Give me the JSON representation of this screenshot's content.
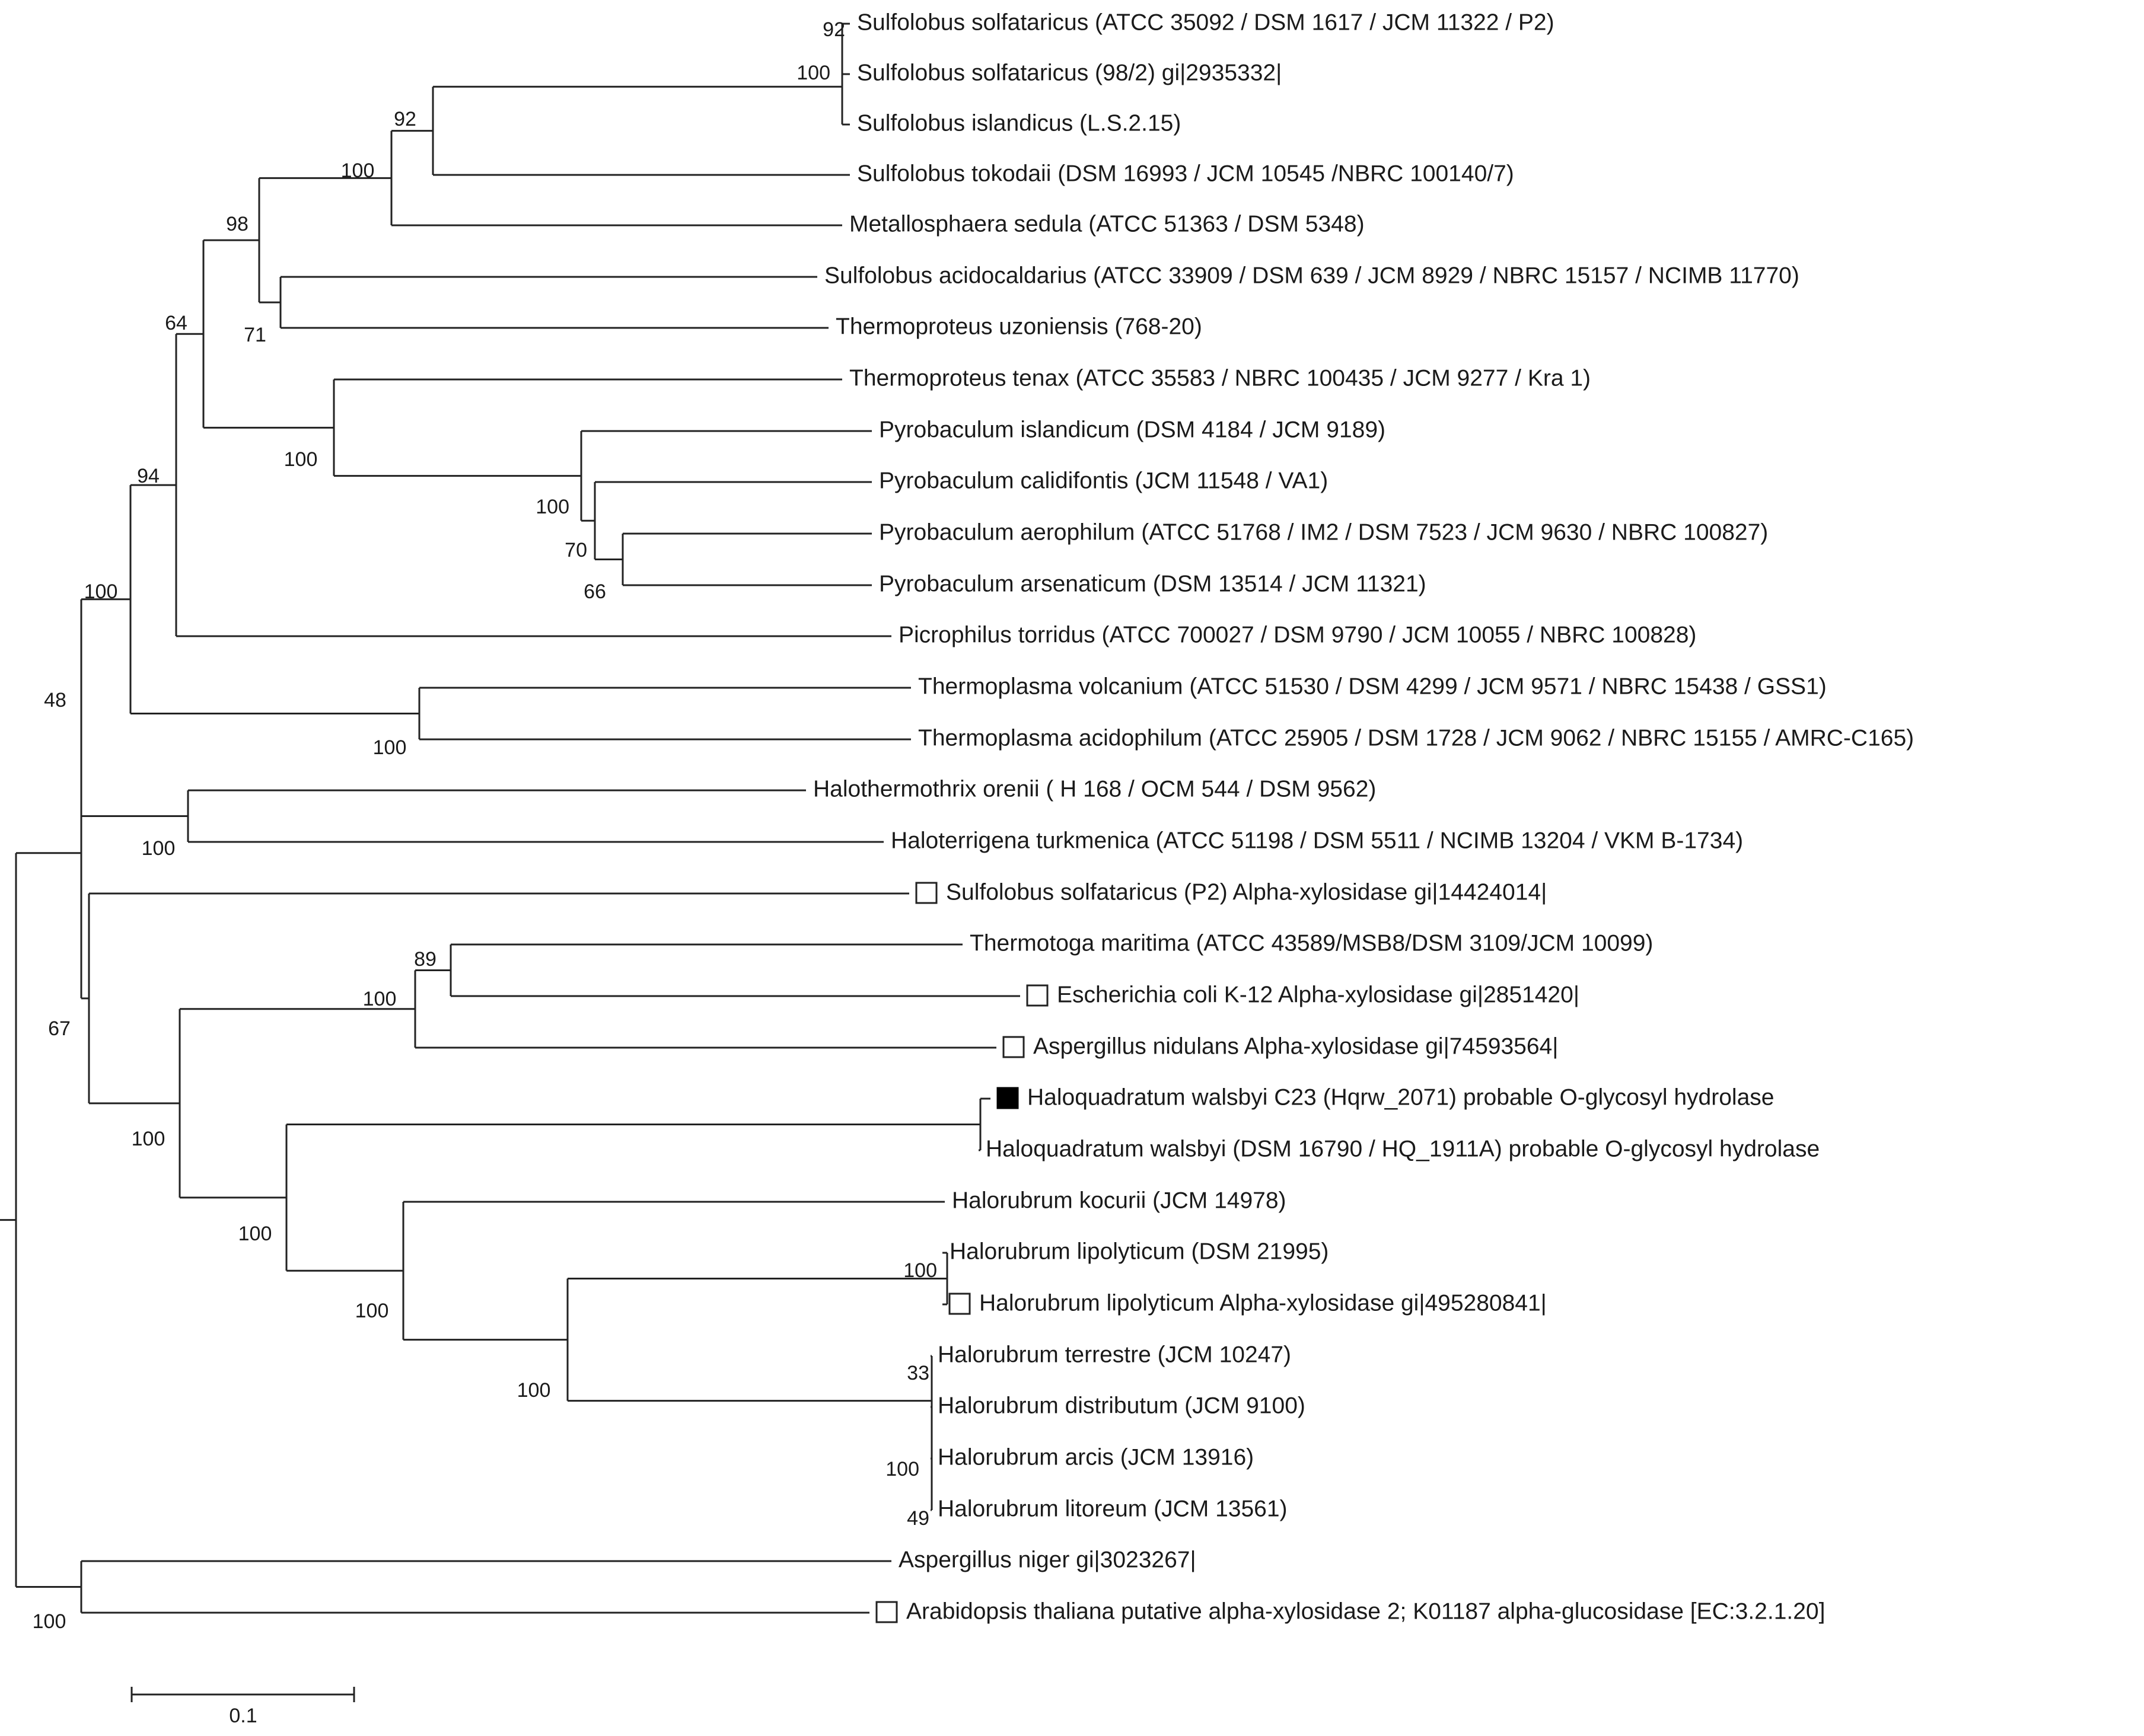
{
  "taxa": [
    {
      "label": "Sulfolobus solfataricus (ATCC 35092 / DSM 1617 / JCM 11322 / P2)",
      "marker": "none"
    },
    {
      "label": "Sulfolobus solfataricus (98/2) gi|2935332|",
      "marker": "none"
    },
    {
      "label": "Sulfolobus islandicus (L.S.2.15)",
      "marker": "none"
    },
    {
      "label": "Sulfolobus tokodaii (DSM 16993 / JCM 10545  /NBRC 100140/7)",
      "marker": "none"
    },
    {
      "label": "Metallosphaera sedula (ATCC 51363 / DSM 5348)",
      "marker": "none"
    },
    {
      "label": "Sulfolobus acidocaldarius (ATCC 33909 / DSM 639 / JCM 8929 / NBRC 15157 / NCIMB 11770)",
      "marker": "none"
    },
    {
      "label": "Thermoproteus uzoniensis (768-20)",
      "marker": "none"
    },
    {
      "label": "Thermoproteus tenax (ATCC 35583 / NBRC 100435 / JCM 9277 / Kra 1)",
      "marker": "none"
    },
    {
      "label": "Pyrobaculum islandicum (DSM 4184 / JCM 9189)",
      "marker": "none"
    },
    {
      "label": "Pyrobaculum calidifontis (JCM 11548 / VA1)",
      "marker": "none"
    },
    {
      "label": "Pyrobaculum aerophilum (ATCC 51768 / IM2 / DSM 7523 / JCM 9630 / NBRC 100827)",
      "marker": "none"
    },
    {
      "label": "Pyrobaculum arsenaticum (DSM 13514 / JCM 11321)",
      "marker": "none"
    },
    {
      "label": "Picrophilus torridus (ATCC 700027 / DSM 9790 / JCM 10055 / NBRC 100828)",
      "marker": "none"
    },
    {
      "label": "Thermoplasma volcanium (ATCC 51530 / DSM 4299 / JCM 9571 / NBRC 15438 / GSS1)",
      "marker": "none"
    },
    {
      "label": "Thermoplasma acidophilum (ATCC 25905 / DSM 1728 / JCM 9062 / NBRC 15155 / AMRC-C165)",
      "marker": "none"
    },
    {
      "label": "Halothermothrix orenii ( H 168 / OCM 544 / DSM 9562)",
      "marker": "none"
    },
    {
      "label": "Haloterrigena turkmenica (ATCC 51198 / DSM 5511 / NCIMB 13204 / VKM B-1734)",
      "marker": "none"
    },
    {
      "label": "Sulfolobus solfataricus (P2)  Alpha-xylosidase gi|14424014|",
      "marker": "open"
    },
    {
      "label": "Thermotoga maritima (ATCC 43589/MSB8/DSM 3109/JCM 10099)",
      "marker": "none"
    },
    {
      "label": "Escherichia coli K-12 Alpha-xylosidase gi|2851420|",
      "marker": "open"
    },
    {
      "label": "Aspergillus nidulans Alpha-xylosidase gi|74593564|",
      "marker": "open"
    },
    {
      "label": "Haloquadratum walsbyi C23 (Hqrw_2071) probable O-glycosyl hydrolase",
      "marker": "filled"
    },
    {
      "label": "Haloquadratum walsbyi (DSM 16790 / HQ_1911A) probable O-glycosyl hydrolase",
      "marker": "none"
    },
    {
      "label": "Halorubrum kocurii (JCM 14978)",
      "marker": "none"
    },
    {
      "label": "Halorubrum lipolyticum (DSM 21995)",
      "marker": "none"
    },
    {
      "label": "Halorubrum lipolyticum Alpha-xylosidase gi|495280841|",
      "marker": "open"
    },
    {
      "label": "Halorubrum terrestre (JCM 10247)",
      "marker": "none"
    },
    {
      "label": "Halorubrum distributum (JCM 9100)",
      "marker": "none"
    },
    {
      "label": "Halorubrum arcis (JCM 13916)",
      "marker": "none"
    },
    {
      "label": "Halorubrum litoreum (JCM 13561)",
      "marker": "none"
    },
    {
      "label": "Aspergillus niger  gi|3023267|",
      "marker": "none"
    },
    {
      "label": "Arabidopsis thaliana putative alpha-xylosidase 2; K01187 alpha-glucosidase [EC:3.2.1.20]",
      "marker": "open"
    }
  ],
  "bootstrap": {
    "n92a": "92",
    "n100a": "100",
    "n92b": "92",
    "n100b": "100",
    "n98": "98",
    "n71": "71",
    "n64": "64",
    "n100c": "100",
    "n100d": "100",
    "n70": "70",
    "n66": "66",
    "n94": "94",
    "n100e": "100",
    "n100f": "100",
    "n48": "48",
    "n100g": "100",
    "n89": "89",
    "n100h": "100",
    "n67": "67",
    "n100i": "100",
    "n100j": "100",
    "n100k": "100",
    "n100l": "100",
    "n100m": "100",
    "n33": "33",
    "n100n": "100",
    "n49": "49",
    "n100o": "100"
  },
  "scale_bar": {
    "label": "0.1"
  },
  "colors": {
    "line": "#222222",
    "text": "#1a1a1a",
    "filled_marker": "#000000"
  }
}
